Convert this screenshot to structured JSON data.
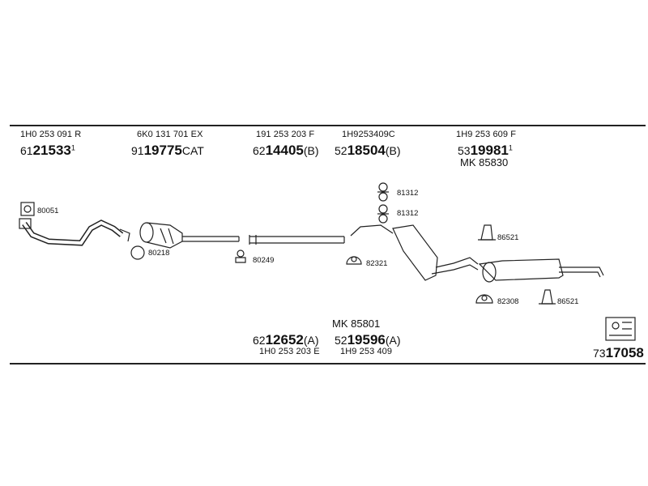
{
  "top_oe": [
    "1H0 253 091 R",
    "6K0 131 701 EX",
    "191 253 203 F",
    "1H9253409C",
    "1H9 253 609 F"
  ],
  "top_parts": [
    {
      "prefix": "61",
      "num": "21533",
      "suffix": "",
      "sup": "1"
    },
    {
      "prefix": "91",
      "num": "19775",
      "suffix": "CAT",
      "sup": ""
    },
    {
      "prefix": "62",
      "num": "14405",
      "suffix": "(B)",
      "sup": ""
    },
    {
      "prefix": "52",
      "num": "18504",
      "suffix": "(B)",
      "sup": ""
    },
    {
      "prefix": "53",
      "num": "19981",
      "suffix": "",
      "sup": "1"
    }
  ],
  "top_mk": "MK 85830",
  "bottom_mk": "MK 85801",
  "bottom_parts": [
    {
      "prefix": "62",
      "num": "12652",
      "suffix": "(A)"
    },
    {
      "prefix": "52",
      "num": "19596",
      "suffix": "(A)"
    }
  ],
  "bottom_oe": [
    "1H0 253 203 E",
    "1H9 253 409"
  ],
  "tags": {
    "t80051": "80051",
    "t80218": "80218",
    "t80249": "80249",
    "t81312a": "81312",
    "t81312b": "81312",
    "t82321": "82321",
    "t86521a": "86521",
    "t82308": "82308",
    "t86521b": "86521"
  },
  "kit": {
    "prefix": "73",
    "num": "17058"
  }
}
